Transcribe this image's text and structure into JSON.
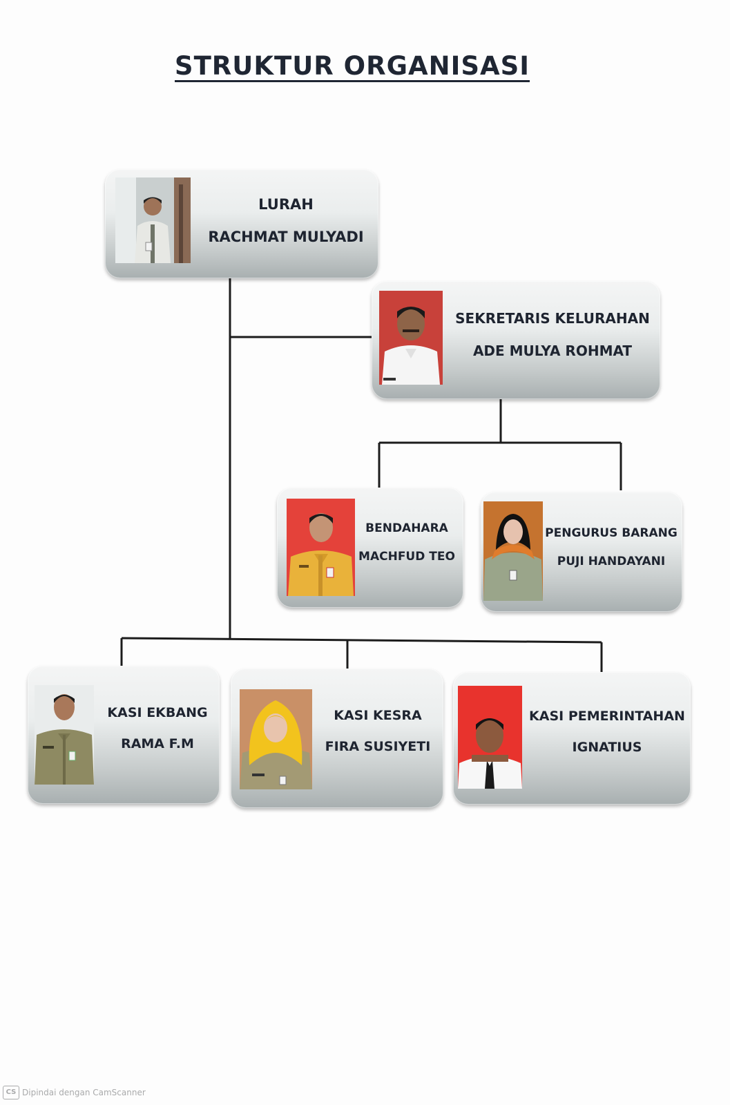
{
  "title": "STRUKTUR ORGANISASI",
  "colors": {
    "line": "#1c1c1c",
    "text": "#1e2430",
    "photo_bg_red": "#e23a33",
    "photo_bg_orange": "#c5732f"
  },
  "nodes": {
    "lurah": {
      "role": "LURAH",
      "name": "RACHMAT MULYADI"
    },
    "sekretaris": {
      "role": "SEKRETARIS KELURAHAN",
      "name": "ADE MULYA ROHMAT"
    },
    "bendahara": {
      "role": "BENDAHARA",
      "name": "MACHFUD TEO"
    },
    "pengurus": {
      "role": "PENGURUS BARANG",
      "name": "PUJI HANDAYANI"
    },
    "ekbang": {
      "role": "KASI EKBANG",
      "name": "RAMA F.M"
    },
    "kesra": {
      "role": "KASI KESRA",
      "name": "FIRA SUSIYETI"
    },
    "pemerintahan": {
      "role": "KASI PEMERINTAHAN",
      "name": "IGNATIUS"
    }
  },
  "footer": {
    "badge": "CS",
    "text": "Dipindai dengan CamScanner"
  }
}
